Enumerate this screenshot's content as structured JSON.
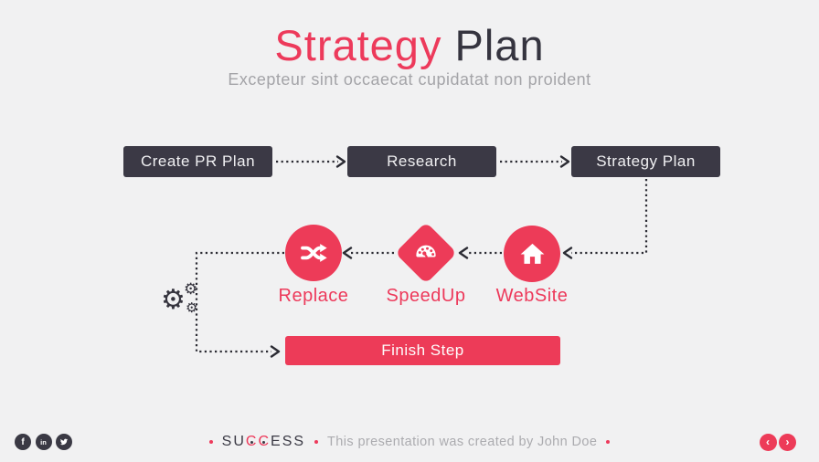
{
  "slide": {
    "title": {
      "accent": "Strategy",
      "rest": " Plan"
    },
    "subtitle": "Excepteur sint occaecat cupidatat non proident"
  },
  "flow": {
    "top_steps": [
      {
        "label": "Create PR Plan"
      },
      {
        "label": "Research"
      },
      {
        "label": "Strategy Plan"
      }
    ],
    "mid_steps": [
      {
        "label": "Replace",
        "icon": "shuffle-icon",
        "shape": "circle"
      },
      {
        "label": "SpeedUp",
        "icon": "speedometer-icon",
        "shape": "diamond"
      },
      {
        "label": "WebSite",
        "icon": "home-icon",
        "shape": "circle"
      }
    ],
    "finish": {
      "label": "Finish Step"
    }
  },
  "footer": {
    "logo": {
      "pre": "SU",
      "c1": "C",
      "c2": "C",
      "post": "ESS"
    },
    "credit": "This presentation was created by John Doe",
    "social": [
      {
        "name": "facebook",
        "glyph": "f"
      },
      {
        "name": "linkedin",
        "glyph": "in"
      },
      {
        "name": "twitter"
      }
    ],
    "nav": {
      "prev": "‹",
      "next": "›"
    }
  },
  "icons": {
    "gear_glyph": "⚙"
  },
  "colors": {
    "accent": "#ed3b58",
    "dark": "#3b3945",
    "background": "#f1f1f2",
    "muted_text": "#a4a4a8",
    "connector": "#2b2b33"
  }
}
